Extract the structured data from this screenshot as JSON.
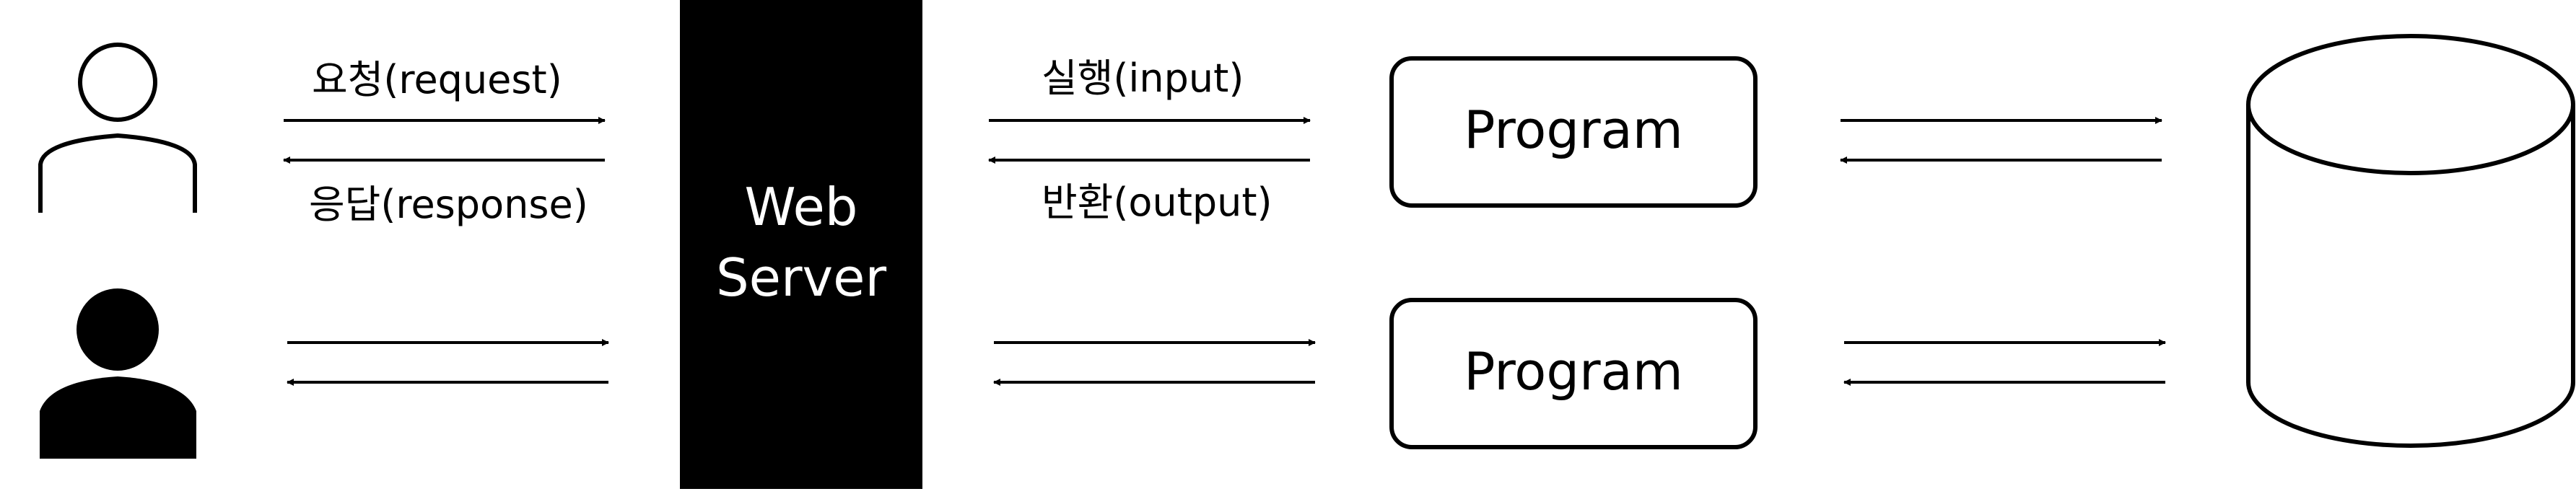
{
  "labels": {
    "request": "요청(request)",
    "response": "응답(response)",
    "input": "실행(input)",
    "output": "반환(output)",
    "server_line1": "Web",
    "server_line2": "Server",
    "program_top": "Program",
    "program_bottom": "Program"
  },
  "icons": {
    "user_outline": "user-outline-icon",
    "user_filled": "user-filled-icon",
    "database": "database-cylinder-icon"
  },
  "colors": {
    "stroke": "#000000",
    "server_fill": "#000000",
    "server_text": "#ffffff",
    "background": "#ffffff"
  }
}
